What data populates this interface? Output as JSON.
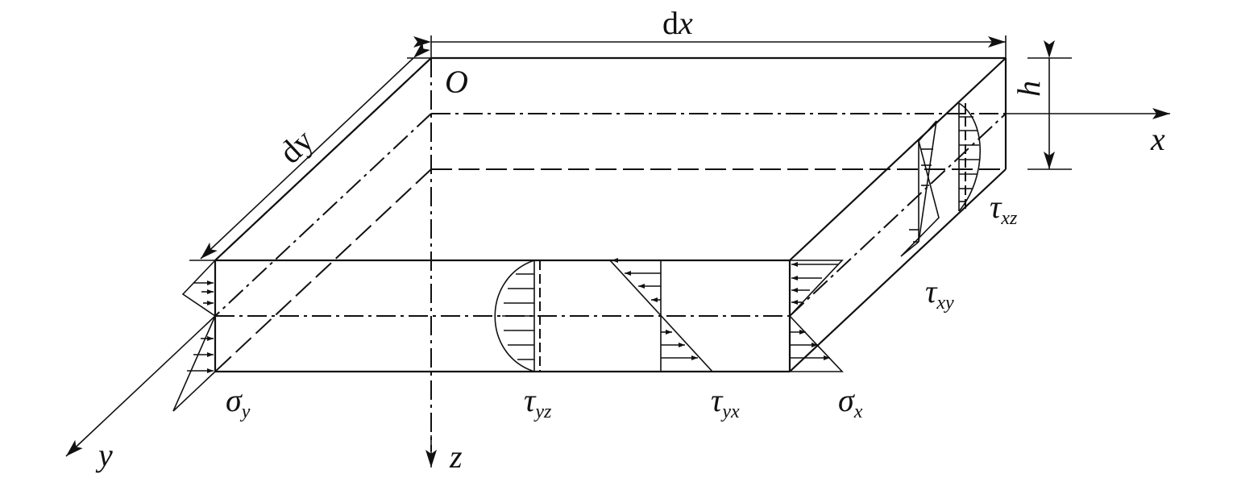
{
  "labels": {
    "dx_d": "d",
    "dx_x": "x",
    "dy_d": "d",
    "dy_y": "y",
    "h": "h",
    "origin": "O",
    "x_axis": "x",
    "y_axis": "y",
    "z_axis": "z",
    "tau": "τ",
    "sigma": "σ",
    "tau_xz_sub": "xz",
    "tau_xy_sub": "xy",
    "tau_yz_sub": "yz",
    "tau_yx_sub": "yx",
    "sigma_y_sub": "y",
    "sigma_x_sub": "x"
  },
  "colors": {
    "stroke": "#111111",
    "background": "#ffffff"
  }
}
